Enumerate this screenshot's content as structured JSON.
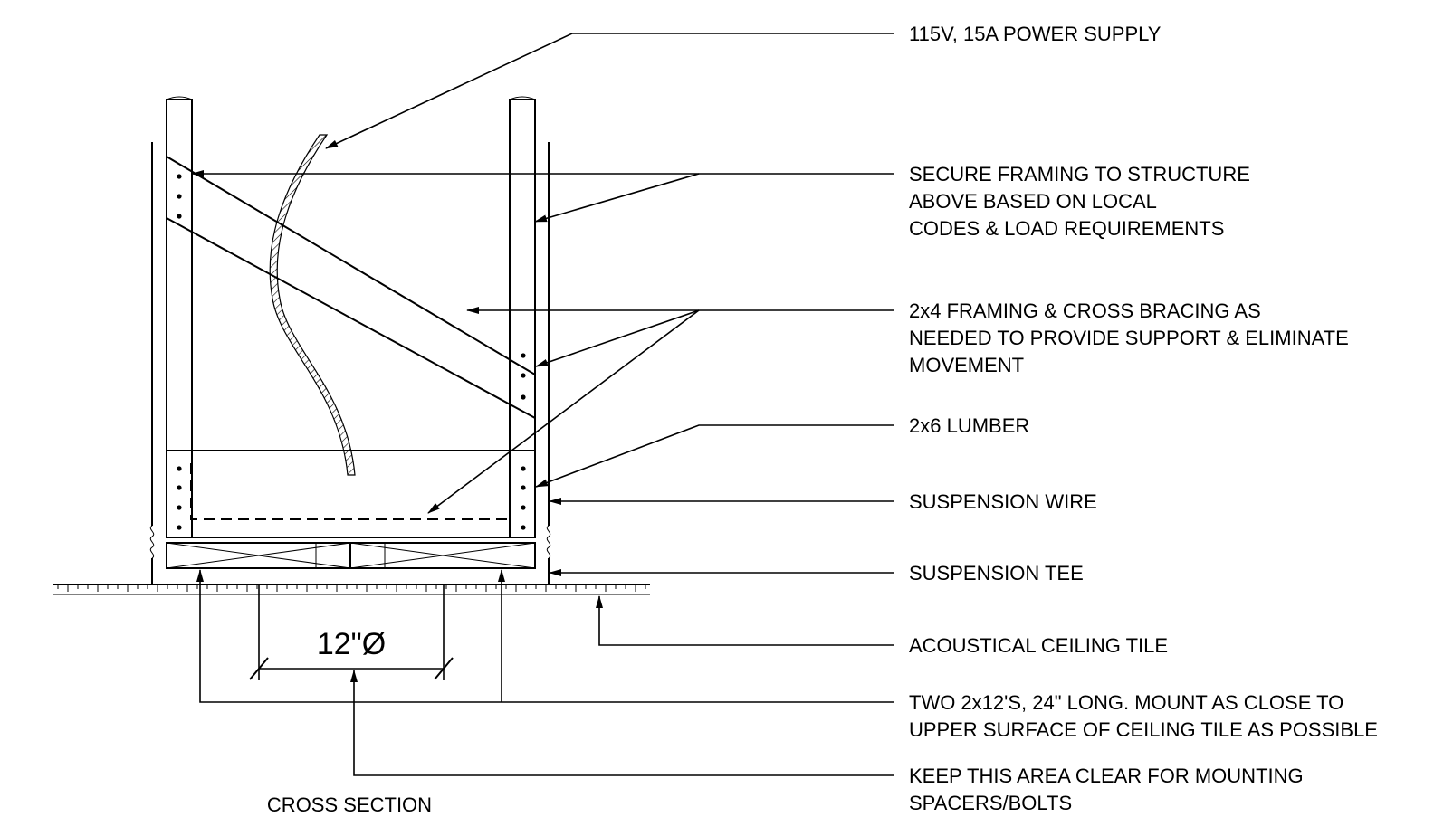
{
  "callouts": {
    "power_supply": [
      "115V, 15A POWER SUPPLY"
    ],
    "secure_framing": [
      "SECURE FRAMING TO STRUCTURE",
      "ABOVE BASED ON LOCAL",
      "CODES & LOAD REQUIREMENTS"
    ],
    "framing_bracing": [
      "2x4 FRAMING & CROSS BRACING AS",
      "NEEDED TO PROVIDE SUPPORT & ELIMINATE",
      "MOVEMENT"
    ],
    "lumber": [
      "2x6 LUMBER"
    ],
    "suspension_wire": [
      "SUSPENSION WIRE"
    ],
    "suspension_tee": [
      "SUSPENSION TEE"
    ],
    "ceiling_tile": [
      "ACOUSTICAL CEILING TILE"
    ],
    "two_2x12": [
      "TWO 2x12'S, 24\" LONG.  MOUNT AS CLOSE TO",
      "UPPER SURFACE OF CEILING TILE AS POSSIBLE"
    ],
    "keep_clear": [
      "KEEP THIS AREA CLEAR FOR MOUNTING",
      "SPACERS/BOLTS"
    ]
  },
  "dimension": "12\"Ø",
  "caption": "CROSS SECTION"
}
